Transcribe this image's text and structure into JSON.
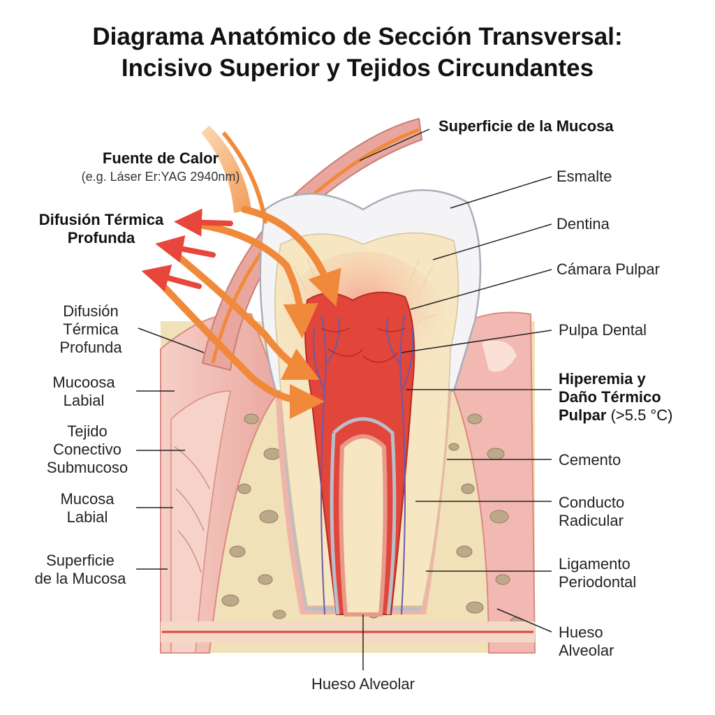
{
  "title": {
    "line1": "Diagrama Anatómico de Sección Transversal:",
    "line2": "Incisivo Superior y Tejidos Circundantes"
  },
  "labels": {
    "heat_source": {
      "line1": "Fuente de Calor",
      "line2": "(e.g. Láser Er:YAG 2940nm)"
    },
    "deep_diffusion_bold": {
      "line1": "Difusión Térmica",
      "line2": "Profunda"
    },
    "deep_diffusion": {
      "line1": "Difusión",
      "line2": "Térmica",
      "line3": "Profunda"
    },
    "labial_mucosa_1": {
      "line1": "Mucoosa",
      "line2": "Labial"
    },
    "submucosal": {
      "line1": "Tejido",
      "line2": "Conectivo",
      "line3": "Submucoso"
    },
    "labial_mucosa_2": {
      "line1": "Mucosa",
      "line2": "Labial"
    },
    "mucosa_surface_left": {
      "line1": "Superficie",
      "line2": "de la Mucosa"
    },
    "mucosa_surface_top": "Superficie de la Mucosa",
    "enamel": "Esmalte",
    "dentin": "Dentina",
    "pulp_chamber": "Cámara Pulpar",
    "dental_pulp": "Pulpa Dental",
    "hyperemia": {
      "line1": "Hiperemia y",
      "line2": "Daño Térmico",
      "line3": "Pulpar",
      "temp": "(>5.5 °C)"
    },
    "cementum": "Cemento",
    "root_canal": {
      "line1": "Conducto",
      "line2": "Radicular"
    },
    "pdl": {
      "line1": "Ligamento",
      "line2": "Periodontal"
    },
    "alveolar_bone_right": {
      "line1": "Hueso",
      "line2": "Alveolar"
    },
    "alveolar_bone_bottom": "Hueso Alveolar"
  },
  "colors": {
    "enamel": "#f4f4f6",
    "dentin": "#f6e6c2",
    "pulp": "#e2453a",
    "bone": "#f1e1b8",
    "gum": "#f2b8b2",
    "arrow": "#f08a3a",
    "vessel": "#6a5aa8"
  }
}
